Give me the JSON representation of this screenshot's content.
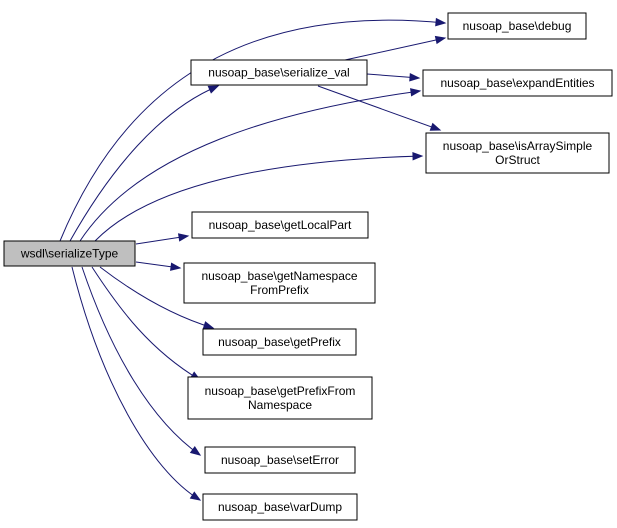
{
  "colors": {
    "edge": "#191970",
    "root_fill": "#bfbfbf",
    "node_fill": "#ffffff",
    "node_border": "#000000"
  },
  "nodes": {
    "root": {
      "lines": [
        "wsdl\\serializeType"
      ]
    },
    "serialize_val": {
      "lines": [
        "nusoap_base\\serialize_val"
      ]
    },
    "debug": {
      "lines": [
        "nusoap_base\\debug"
      ]
    },
    "expandEntities": {
      "lines": [
        "nusoap_base\\expandEntities"
      ]
    },
    "isArraySimpleOrStruct": {
      "lines": [
        "nusoap_base\\isArraySimple",
        "OrStruct"
      ]
    },
    "getLocalPart": {
      "lines": [
        "nusoap_base\\getLocalPart"
      ]
    },
    "getNamespaceFromPrefix": {
      "lines": [
        "nusoap_base\\getNamespace",
        "FromPrefix"
      ]
    },
    "getPrefix": {
      "lines": [
        "nusoap_base\\getPrefix"
      ]
    },
    "getPrefixFromNamespace": {
      "lines": [
        "nusoap_base\\getPrefixFrom",
        "Namespace"
      ]
    },
    "setError": {
      "lines": [
        "nusoap_base\\setError"
      ]
    },
    "varDump": {
      "lines": [
        "nusoap_base\\varDump"
      ]
    }
  }
}
